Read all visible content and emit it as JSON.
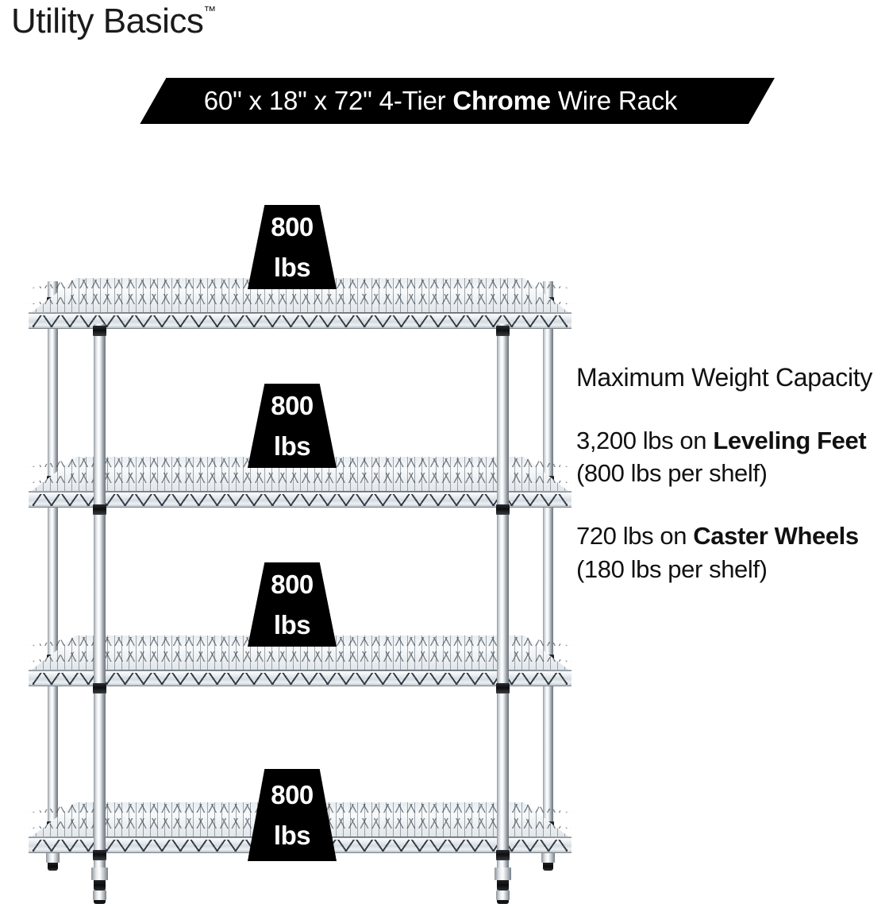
{
  "brand": {
    "name": "Utility Basics",
    "trademark": "™"
  },
  "banner": {
    "dimensions": "60\" x 18\" x 72\"",
    "tier": "4-Tier",
    "material": "Chrome",
    "product": "Wire Rack",
    "full_text": "60\" x 18\" x 72\" 4-Tier Chrome Wire Rack",
    "background_color": "#000000",
    "text_color": "#ffffff"
  },
  "info": {
    "heading": "Maximum Weight Capacity",
    "leveling": {
      "total": "3,200 lbs",
      "on": " lbs on ",
      "prefix": "3,200",
      "emphasis": "Leveling Feet",
      "suffix": " (800 lbs per shelf)",
      "per_shelf": "800 lbs per shelf"
    },
    "caster": {
      "total": "720 lbs",
      "prefix": "720",
      "emphasis": "Caster Wheels",
      "suffix": " (180 lbs per shelf)",
      "per_shelf": "180 lbs per shelf"
    }
  },
  "rack": {
    "tier_count": 4,
    "post_color": "#c9ced3",
    "collar_color": "#111111",
    "callouts": [
      {
        "value": "800",
        "unit": "lbs",
        "tier": 1
      },
      {
        "value": "800",
        "unit": "lbs",
        "tier": 2
      },
      {
        "value": "800",
        "unit": "lbs",
        "tier": 3
      },
      {
        "value": "800",
        "unit": "lbs",
        "tier": 4
      }
    ]
  }
}
